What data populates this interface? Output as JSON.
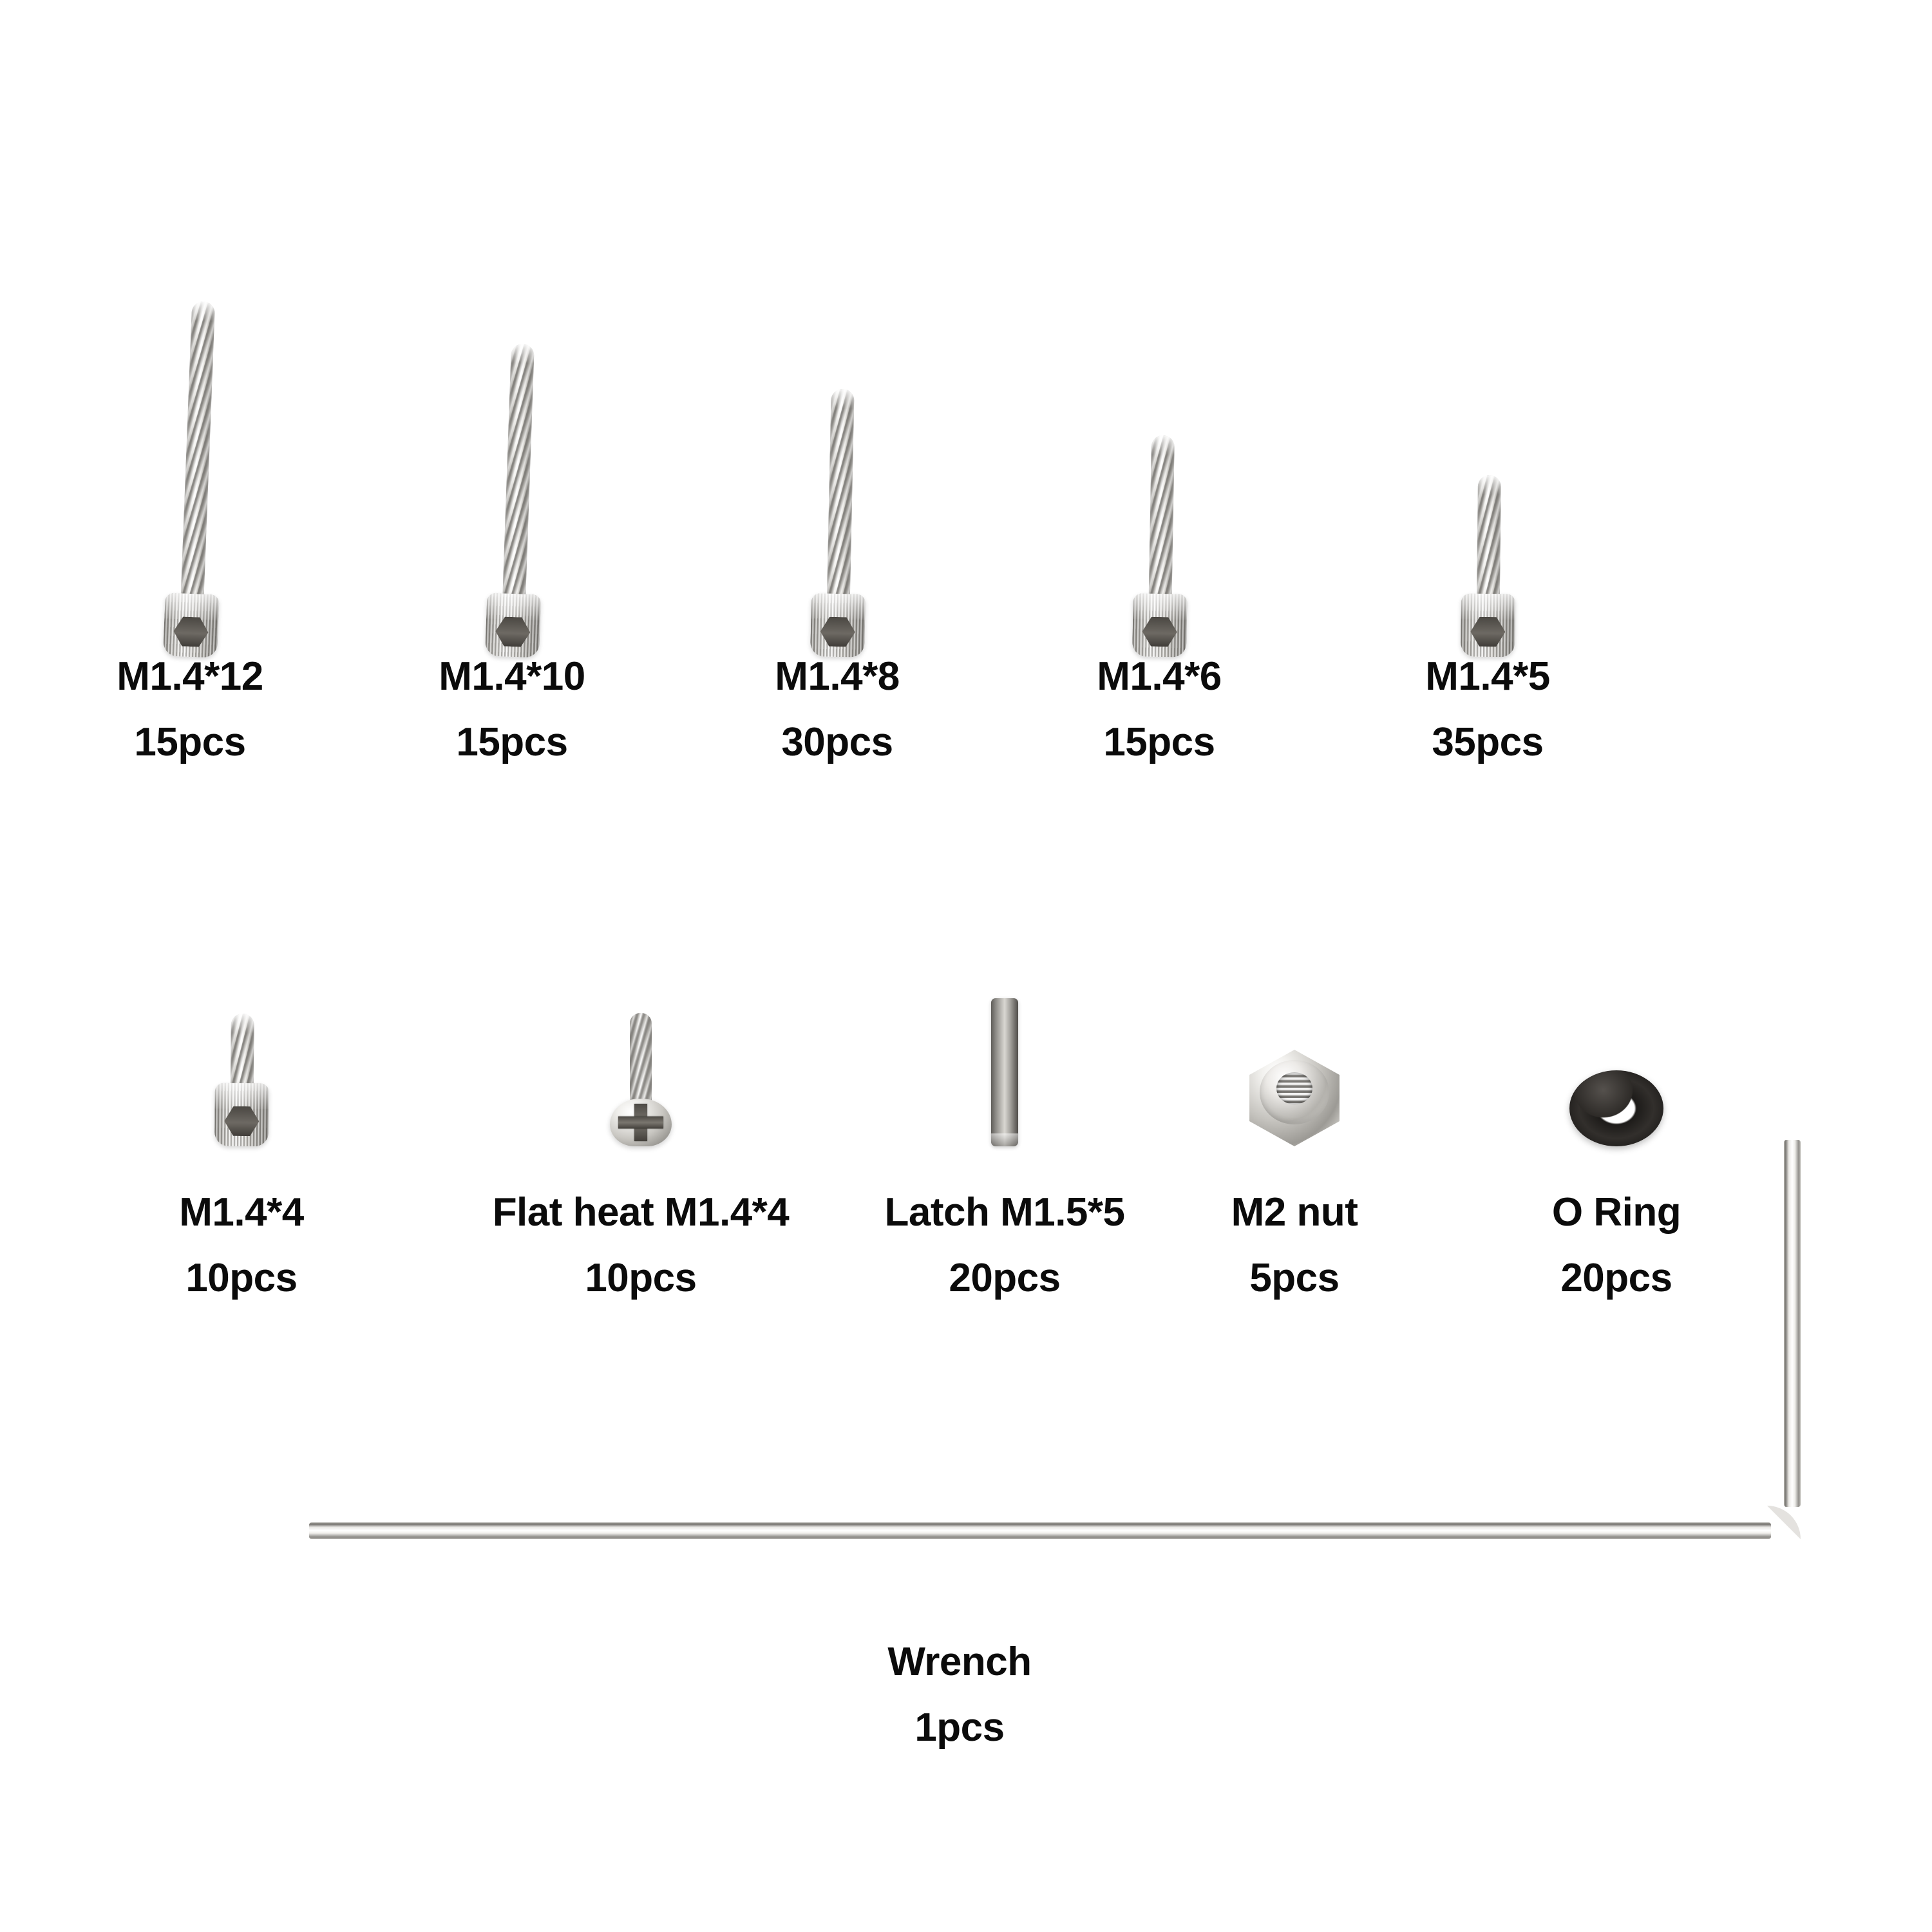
{
  "image": {
    "title": "Screw Assortment Kit Contents",
    "background_color": "#ffffff",
    "text_color": "#0b0b0b",
    "metal_color": "#d9d7d2",
    "oring_color": "#1d1b19"
  },
  "rows": [
    {
      "row_index": 1,
      "items": [
        {
          "name": "M1.4*12",
          "qty": "15pcs",
          "type": "socket-head-cap-screw",
          "length_mm": 12,
          "thread": "M1.4",
          "count": 15
        },
        {
          "name": "M1.4*10",
          "qty": "15pcs",
          "type": "socket-head-cap-screw",
          "length_mm": 10,
          "thread": "M1.4",
          "count": 15
        },
        {
          "name": "M1.4*8",
          "qty": "30pcs",
          "type": "socket-head-cap-screw",
          "length_mm": 8,
          "thread": "M1.4",
          "count": 30
        },
        {
          "name": "M1.4*6",
          "qty": "15pcs",
          "type": "socket-head-cap-screw",
          "length_mm": 6,
          "thread": "M1.4",
          "count": 15
        },
        {
          "name": "M1.4*5",
          "qty": "35pcs",
          "type": "socket-head-cap-screw",
          "length_mm": 5,
          "thread": "M1.4",
          "count": 35
        }
      ]
    },
    {
      "row_index": 2,
      "items": [
        {
          "name": "M1.4*4",
          "qty": "10pcs",
          "type": "socket-head-cap-screw",
          "length_mm": 4,
          "thread": "M1.4",
          "count": 10
        },
        {
          "name": "Flat heat M1.4*4",
          "qty": "10pcs",
          "type": "phillips-pan-head-screw",
          "length_mm": 4,
          "thread": "M1.4",
          "count": 10
        },
        {
          "name": "Latch M1.5*5",
          "qty": "20pcs",
          "type": "dowel-pin",
          "length_mm": 5,
          "thread": "M1.5",
          "count": 20
        },
        {
          "name": "M2 nut",
          "qty": "5pcs",
          "type": "nylon-lock-nut",
          "thread": "M2",
          "count": 5
        },
        {
          "name": "O Ring",
          "qty": "20pcs",
          "type": "o-ring",
          "count": 20
        }
      ]
    },
    {
      "row_index": 3,
      "items": [
        {
          "name": "Wrench",
          "qty": "1pcs",
          "type": "hex-key-wrench",
          "count": 1
        }
      ]
    }
  ]
}
